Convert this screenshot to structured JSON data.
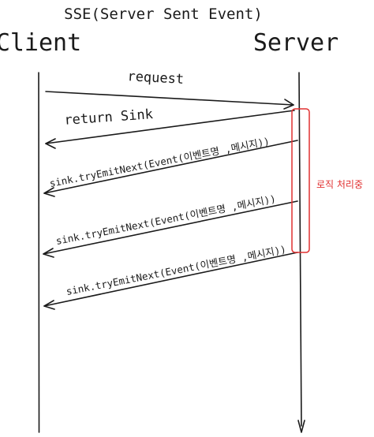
{
  "diagram": {
    "title": "SSE(Server Sent Event)",
    "participants": {
      "client": "Client",
      "server": "Server"
    },
    "messages": [
      {
        "label": "request",
        "direction": "client-to-server"
      },
      {
        "label": "return Sink",
        "direction": "server-to-client"
      },
      {
        "label": "sink.tryEmitNext(Event(이벤트명 ,메시지))",
        "direction": "server-to-client"
      },
      {
        "label": "sink.tryEmitNext(Event(이벤트명 ,메시지))",
        "direction": "server-to-client"
      },
      {
        "label": "sink.tryEmitNext(Event(이벤트명 ,메시지))",
        "direction": "server-to-client"
      }
    ],
    "annotation": {
      "label": "로직 처리중",
      "color": "#e03030"
    },
    "colors": {
      "ink": "#1a1a1a",
      "highlight": "#e03030"
    }
  }
}
